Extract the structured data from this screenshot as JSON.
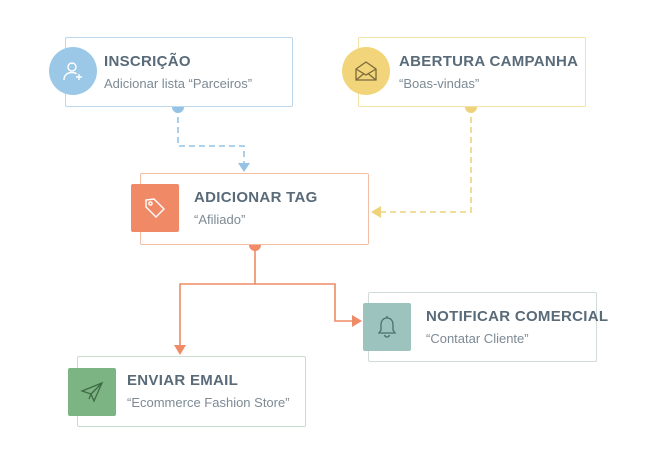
{
  "colors": {
    "text_title": "#596a78",
    "text_sub": "#7d8a94",
    "blue": "#9cc8e8",
    "blue_line": "#94c3e6",
    "blue_border": "#bcd8ec",
    "yellow": "#f2d57a",
    "yellow_line": "#efd27c",
    "yellow_border": "#f3e2a6",
    "orange": "#f08a66",
    "orange_line": "#ef8b66",
    "orange_border": "#f3bea5",
    "teal": "#9cc3bd",
    "teal_border": "#cfdcd8",
    "green": "#7db484",
    "green_border": "#c9ddcf"
  },
  "nodes": {
    "inscricao": {
      "title": "INSCRIÇÃO",
      "subtitle": "Adicionar lista “Parceiros”",
      "icon": "add-user-icon"
    },
    "abertura": {
      "title": "ABERTURA CAMPANHA",
      "subtitle": "“Boas-vindas”",
      "icon": "envelope-icon"
    },
    "tag": {
      "title": "ADICIONAR TAG",
      "subtitle": "“Afiliado”",
      "icon": "tag-icon"
    },
    "notificar": {
      "title": "NOTIFICAR COMERCIAL",
      "subtitle": "“Contatar Cliente”",
      "icon": "bell-icon"
    },
    "email": {
      "title": "ENVIAR EMAIL",
      "subtitle": "“Ecommerce Fashion Store”",
      "icon": "paper-plane-icon"
    }
  }
}
